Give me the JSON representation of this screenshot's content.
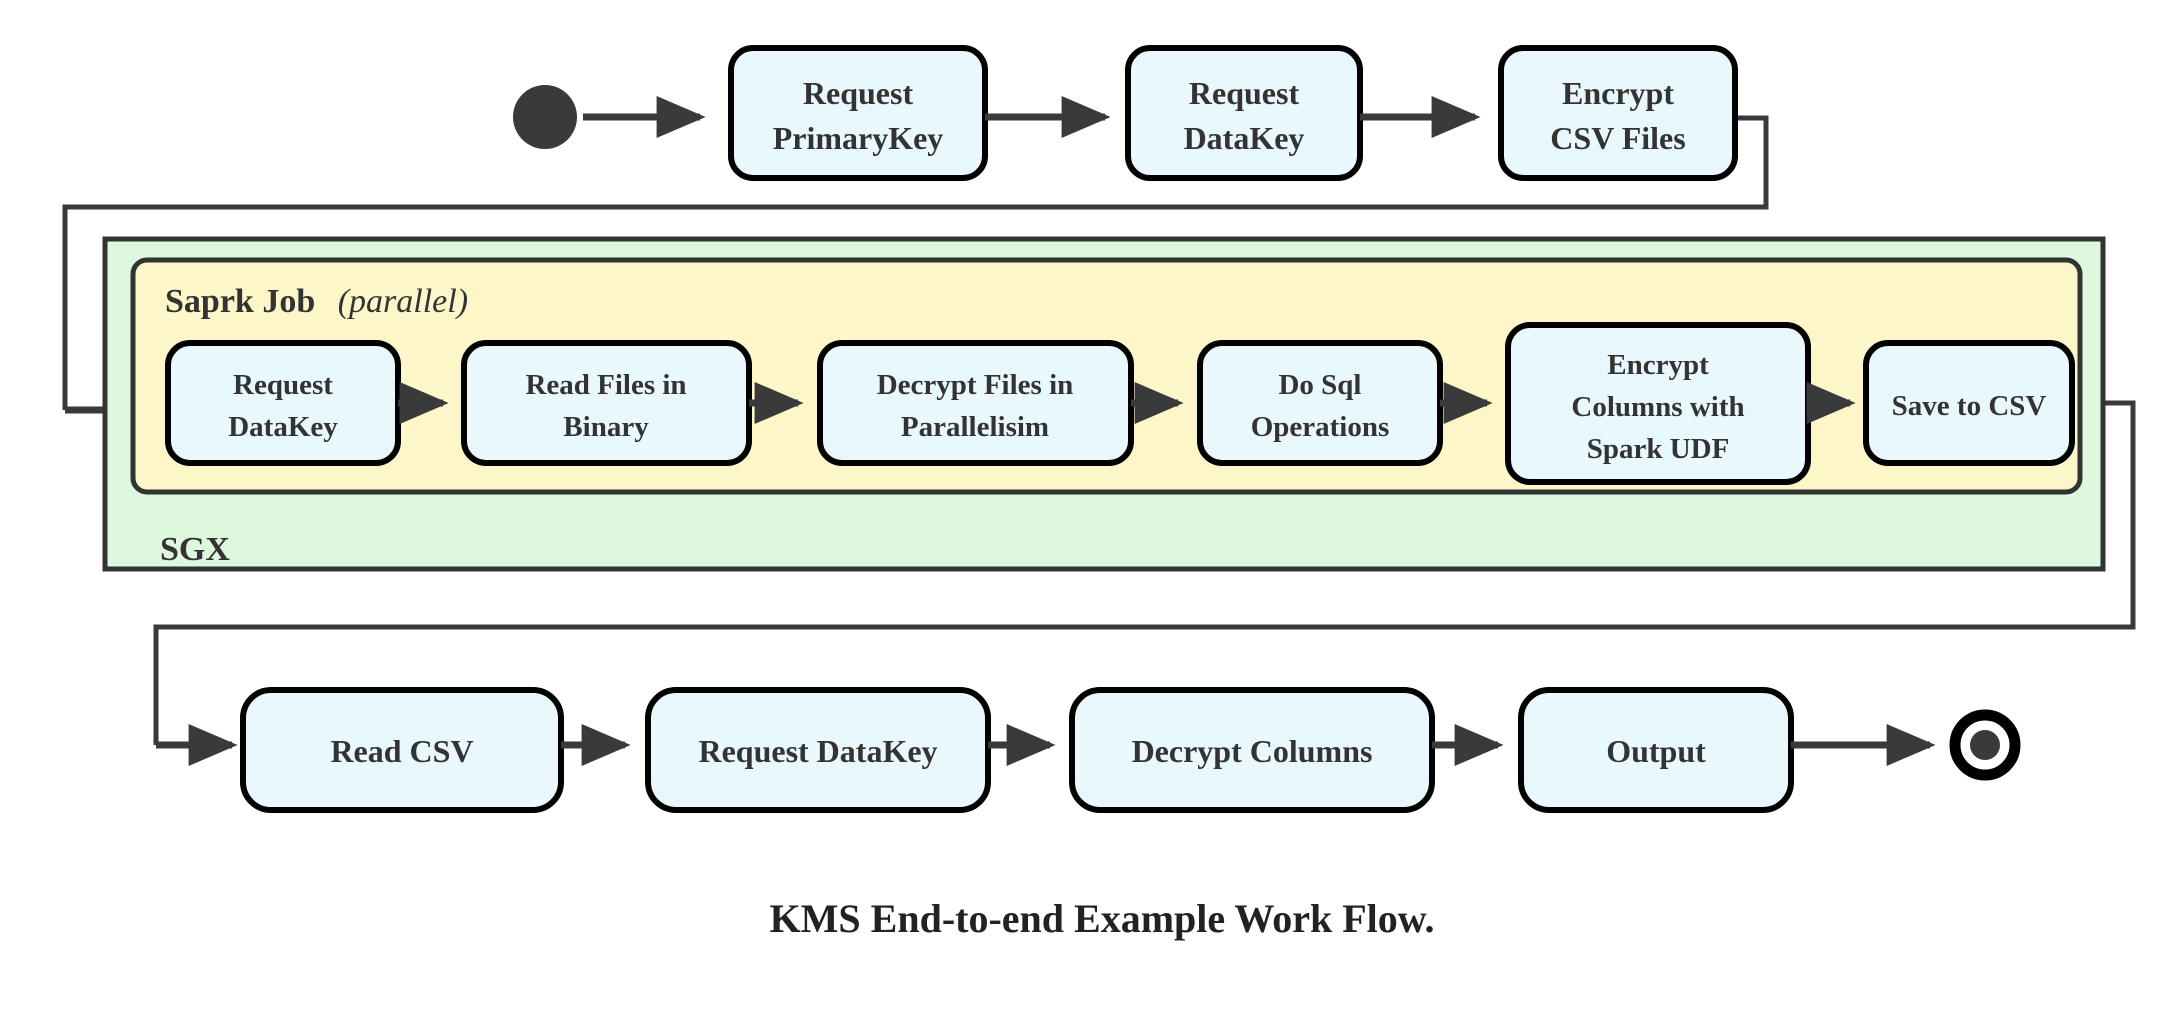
{
  "figure": {
    "caption": "KMS End-to-end Example Work Flow.",
    "colors": {
      "node_fill": "#e8f8fc",
      "node_stroke": "#000000",
      "sgx_fill": "#ddf8dd",
      "spark_fill": "#fdf6c8",
      "edge": "#3a3a3a",
      "text": "#333333",
      "background": "#ffffff"
    }
  },
  "markers": {
    "start": "start-node",
    "end": "end-node"
  },
  "containers": {
    "sgx": {
      "label": "SGX"
    },
    "spark": {
      "label_bold": "Saprk Job",
      "label_italic": "(parallel)"
    }
  },
  "nodes": {
    "row_top": [
      {
        "id": "request-primarykey",
        "lines": [
          "Request",
          "PrimaryKey"
        ]
      },
      {
        "id": "request-datakey-top",
        "lines": [
          "Request",
          "DataKey"
        ]
      },
      {
        "id": "encrypt-csv-files",
        "lines": [
          "Encrypt",
          "CSV Files"
        ]
      }
    ],
    "row_spark": [
      {
        "id": "request-datakey-spark",
        "lines": [
          "Request",
          "DataKey"
        ]
      },
      {
        "id": "read-files-in-binary",
        "lines": [
          "Read Files in",
          "Binary"
        ]
      },
      {
        "id": "decrypt-files-in-parallelisim",
        "lines": [
          "Decrypt Files in",
          "Parallelisim"
        ]
      },
      {
        "id": "do-sql-operations",
        "lines": [
          "Do Sql",
          "Operations"
        ]
      },
      {
        "id": "encrypt-columns-with-spark-udf",
        "lines": [
          "Encrypt",
          "Columns with",
          "Spark UDF"
        ]
      },
      {
        "id": "save-to-csv",
        "lines": [
          "Save to CSV"
        ]
      }
    ],
    "row_bottom": [
      {
        "id": "read-csv",
        "lines": [
          "Read CSV"
        ]
      },
      {
        "id": "request-datakey-bottom",
        "lines": [
          "Request DataKey"
        ]
      },
      {
        "id": "decrypt-columns",
        "lines": [
          "Decrypt Columns"
        ]
      },
      {
        "id": "output",
        "lines": [
          "Output"
        ]
      }
    ]
  },
  "flow_order": [
    "start-node",
    "request-primarykey",
    "request-datakey-top",
    "encrypt-csv-files",
    "request-datakey-spark",
    "read-files-in-binary",
    "decrypt-files-in-parallelisim",
    "do-sql-operations",
    "encrypt-columns-with-spark-udf",
    "save-to-csv",
    "read-csv",
    "request-datakey-bottom",
    "decrypt-columns",
    "output",
    "end-node"
  ]
}
